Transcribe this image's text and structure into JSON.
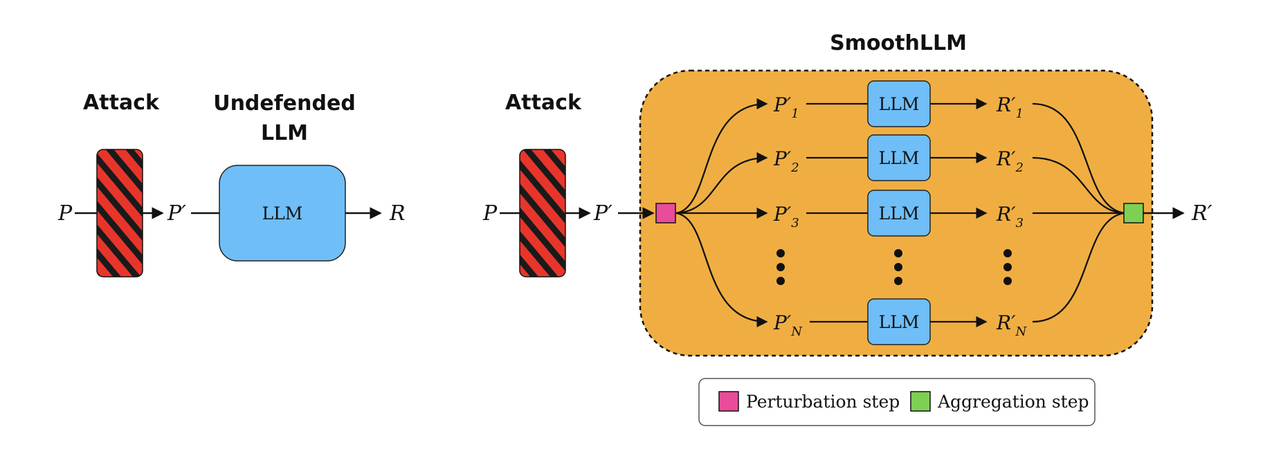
{
  "left": {
    "attack_label": "Attack",
    "model_title_line1": "Undefended",
    "model_title_line2": "LLM",
    "model_box_label": "LLM",
    "input": "P",
    "attacked": "P′",
    "output": "R"
  },
  "right": {
    "title": "SmoothLLM",
    "attack_label": "Attack",
    "input": "P",
    "attacked": "P′",
    "output": "R′",
    "prompts": [
      {
        "base": "P′",
        "sub": "1"
      },
      {
        "base": "P′",
        "sub": "2"
      },
      {
        "base": "P′",
        "sub": "3"
      },
      {
        "base": "P′",
        "sub": "N"
      }
    ],
    "llm_label": "LLM",
    "responses": [
      {
        "base": "R′",
        "sub": "1"
      },
      {
        "base": "R′",
        "sub": "2"
      },
      {
        "base": "R′",
        "sub": "3"
      },
      {
        "base": "R′",
        "sub": "N"
      }
    ]
  },
  "legend": {
    "perturbation": "Perturbation step",
    "aggregation": "Aggregation step"
  },
  "colors": {
    "smooth_bg": "#F0AE42",
    "llm_box": "#6FBEF7",
    "attack_red": "#E8352B",
    "attack_stripe": "#1A1A1A",
    "perturb": "#E94C9A",
    "aggregate": "#7ED054"
  }
}
